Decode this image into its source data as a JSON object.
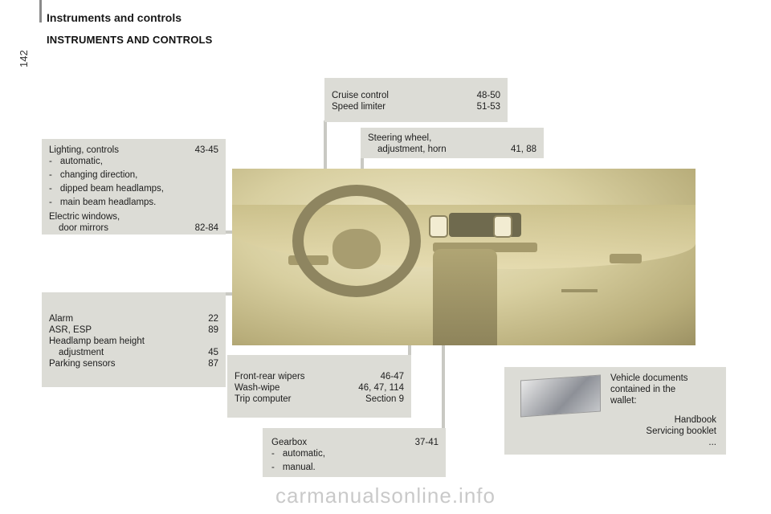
{
  "header": {
    "title": "Instruments and controls",
    "page_number": "142"
  },
  "section_title": "INSTRUMENTS AND CONTROLS",
  "boxes": {
    "cruise": {
      "row1_label": "Cruise control",
      "row1_pages": "48-50",
      "row2_label": "Speed limiter",
      "row2_pages": "51-53"
    },
    "steering": {
      "line1": "Steering wheel,",
      "line2": "adjustment, horn",
      "pages": "41, 88"
    },
    "lighting": {
      "label": "Lighting, controls",
      "pages": "43-45",
      "items": [
        "automatic,",
        "changing direction,",
        "dipped beam headlamps,",
        "main beam headlamps."
      ],
      "windows_line1": "Electric windows,",
      "windows_line2": "door mirrors",
      "windows_pages": "82-84"
    },
    "alarm": {
      "rows": [
        {
          "label": "Alarm",
          "pages": "22"
        },
        {
          "label": "ASR, ESP",
          "pages": "89"
        },
        {
          "label": "Headlamp beam height",
          "pages": ""
        },
        {
          "label": "adjustment",
          "pages": "45"
        },
        {
          "label": "Parking sensors",
          "pages": "87"
        }
      ]
    },
    "wipers": {
      "rows": [
        {
          "label": "Front-rear wipers",
          "pages": "46-47"
        },
        {
          "label": "Wash-wipe",
          "pages": "46, 47, 114"
        },
        {
          "label": "Trip computer",
          "pages": "Section 9"
        }
      ]
    },
    "gearbox": {
      "label": "Gearbox",
      "pages": "37-41",
      "items": [
        "automatic,",
        "manual."
      ]
    },
    "documents": {
      "line1": "Vehicle documents",
      "line2": "contained in the",
      "line3": "wallet:",
      "item1": "Handbook",
      "item2": "Servicing booklet",
      "item3": "..."
    }
  },
  "dash_symbol": "-",
  "watermark": "carmanualsonline.info"
}
